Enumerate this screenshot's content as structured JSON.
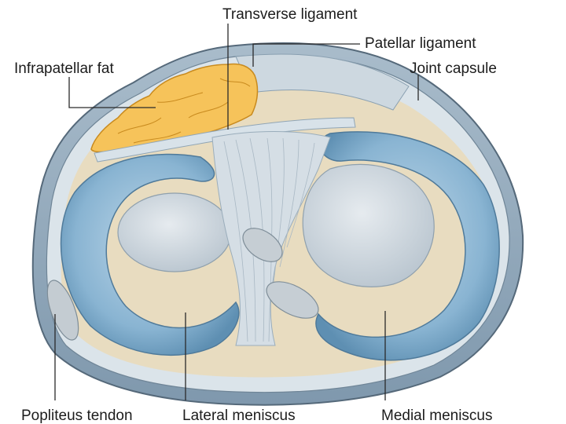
{
  "labels": {
    "transverse_ligament": "Transverse ligament",
    "patellar_ligament": "Patellar ligament",
    "infrapatellar_fat": "Infrapatellar fat",
    "joint_capsule": "Joint capsule",
    "popliteus_tendon": "Popliteus tendon",
    "lateral_meniscus": "Lateral meniscus",
    "medial_meniscus": "Medial meniscus"
  },
  "colors": {
    "capsule": "#8aa2b6",
    "meniscus": "#6f9fc0",
    "cartilage": "#cfd8df",
    "fat": "#f6c35a",
    "synovium": "#e8dcc0",
    "leader": "#2a2a2a"
  }
}
